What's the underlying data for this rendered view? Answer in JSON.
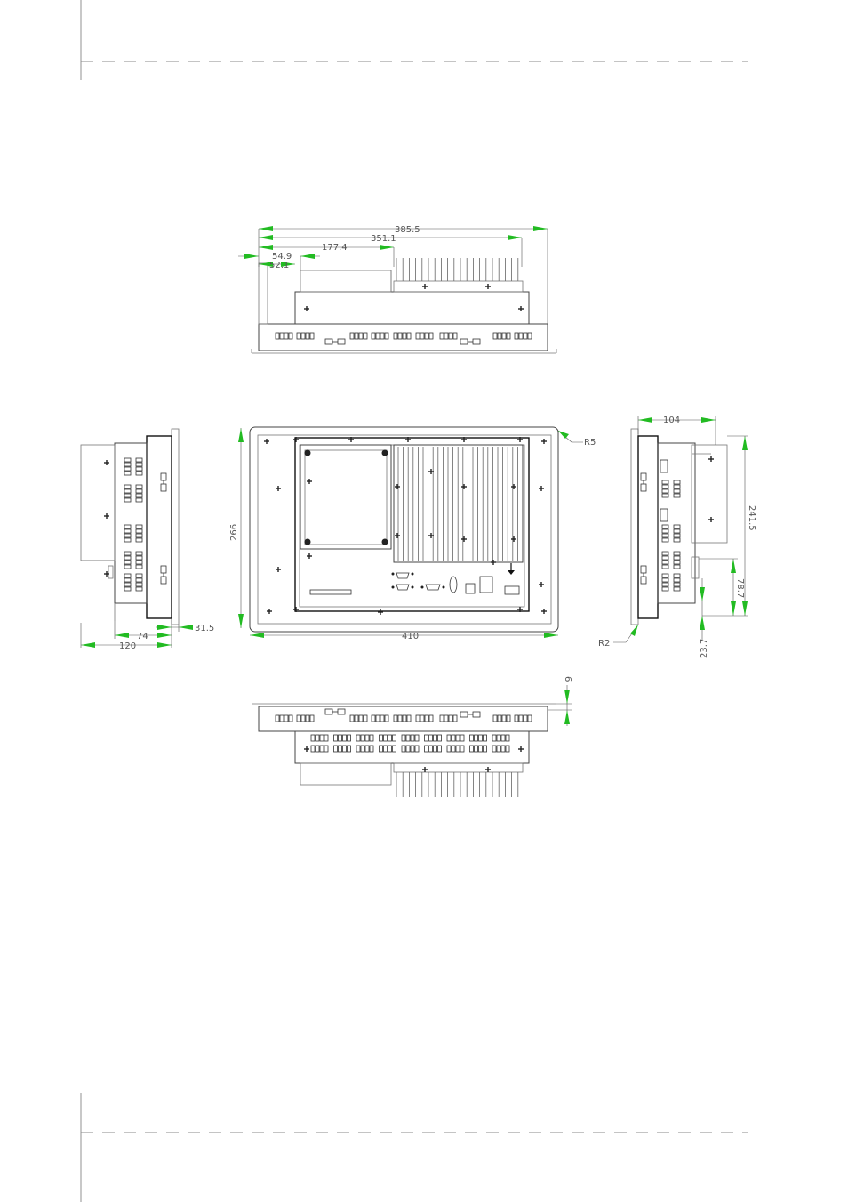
{
  "colors": {
    "arrow": "#22bb22",
    "line": "#444444",
    "page_rule": "#888888"
  },
  "top_view": {
    "dim_overall": "385.5",
    "dim_351": "351.1",
    "dim_177": "177.4",
    "dim_54": "54.9",
    "dim_52": "52.1"
  },
  "left_view": {
    "dim_31": "31.5",
    "dim_74": "74",
    "dim_120": "120"
  },
  "rear_view": {
    "dim_height": "266",
    "dim_width": "410",
    "dim_radius": "R5"
  },
  "right_view": {
    "dim_104": "104",
    "dim_241": "241.5",
    "dim_78": "78.7",
    "dim_23": "23.7",
    "dim_r2": "R2"
  },
  "bottom_view": {
    "dim_6": "6"
  }
}
